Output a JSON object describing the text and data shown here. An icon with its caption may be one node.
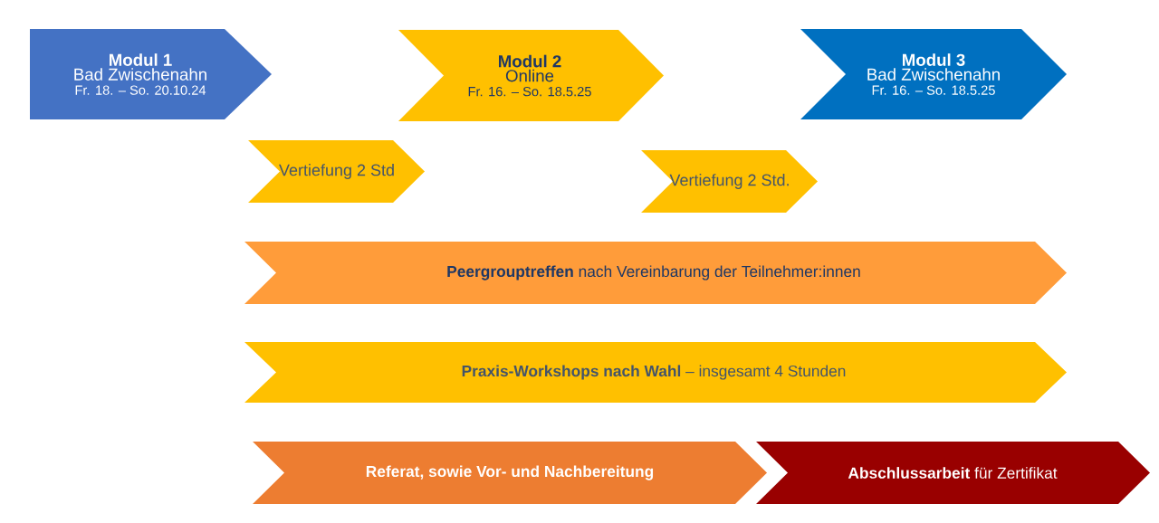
{
  "diagram": {
    "nodes": [
      {
        "text": [
          "Modul 1",
          "Bad Zwischenahn",
          "Fr. 18. – So. 20.10.24"
        ]
      },
      {
        "text": [
          "Modul 2",
          "Online",
          "Fr. 16. – So. 18.5.25"
        ]
      },
      {
        "text": [
          "Modul 3",
          "Bad Zwischenahn",
          "Fr. 16. – So. 18.5.25"
        ]
      },
      {
        "text": [
          "Vertiefung 2 Std"
        ]
      },
      {
        "text": [
          "Vertiefung 2 Std."
        ]
      },
      {
        "text": [
          "**Peergrouptreffen** nach Vereinbarung der Teilnehmer:innen"
        ]
      },
      {
        "text": [
          "**Praxis-Workshops nach Wahl** – insgesamt 4 Stunden"
        ]
      },
      {
        "text": [
          "Referat, sowie Vor- und Nachbereitung"
        ]
      },
      {
        "text": [
          "**Abschlussarbeit** für Zertifikat"
        ]
      }
    ]
  }
}
